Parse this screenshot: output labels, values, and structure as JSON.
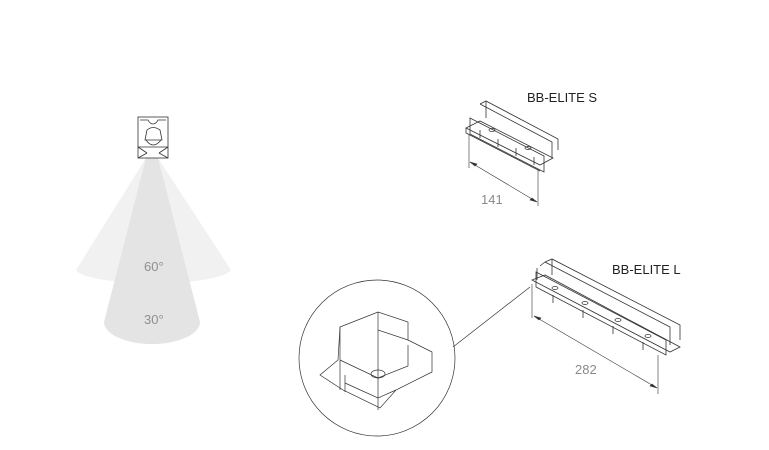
{
  "beam_diagram": {
    "angles": [
      {
        "label": "60°"
      },
      {
        "label": "30°"
      }
    ]
  },
  "products": [
    {
      "name": "BB-ELITE S",
      "length": "141"
    },
    {
      "name": "BB-ELITE L",
      "length": "282"
    }
  ],
  "colors": {
    "line": "#333333",
    "beam_wide": "#f0f0f0",
    "beam_narrow": "#e3e3e3",
    "dimension_text": "#8a8a8a"
  }
}
